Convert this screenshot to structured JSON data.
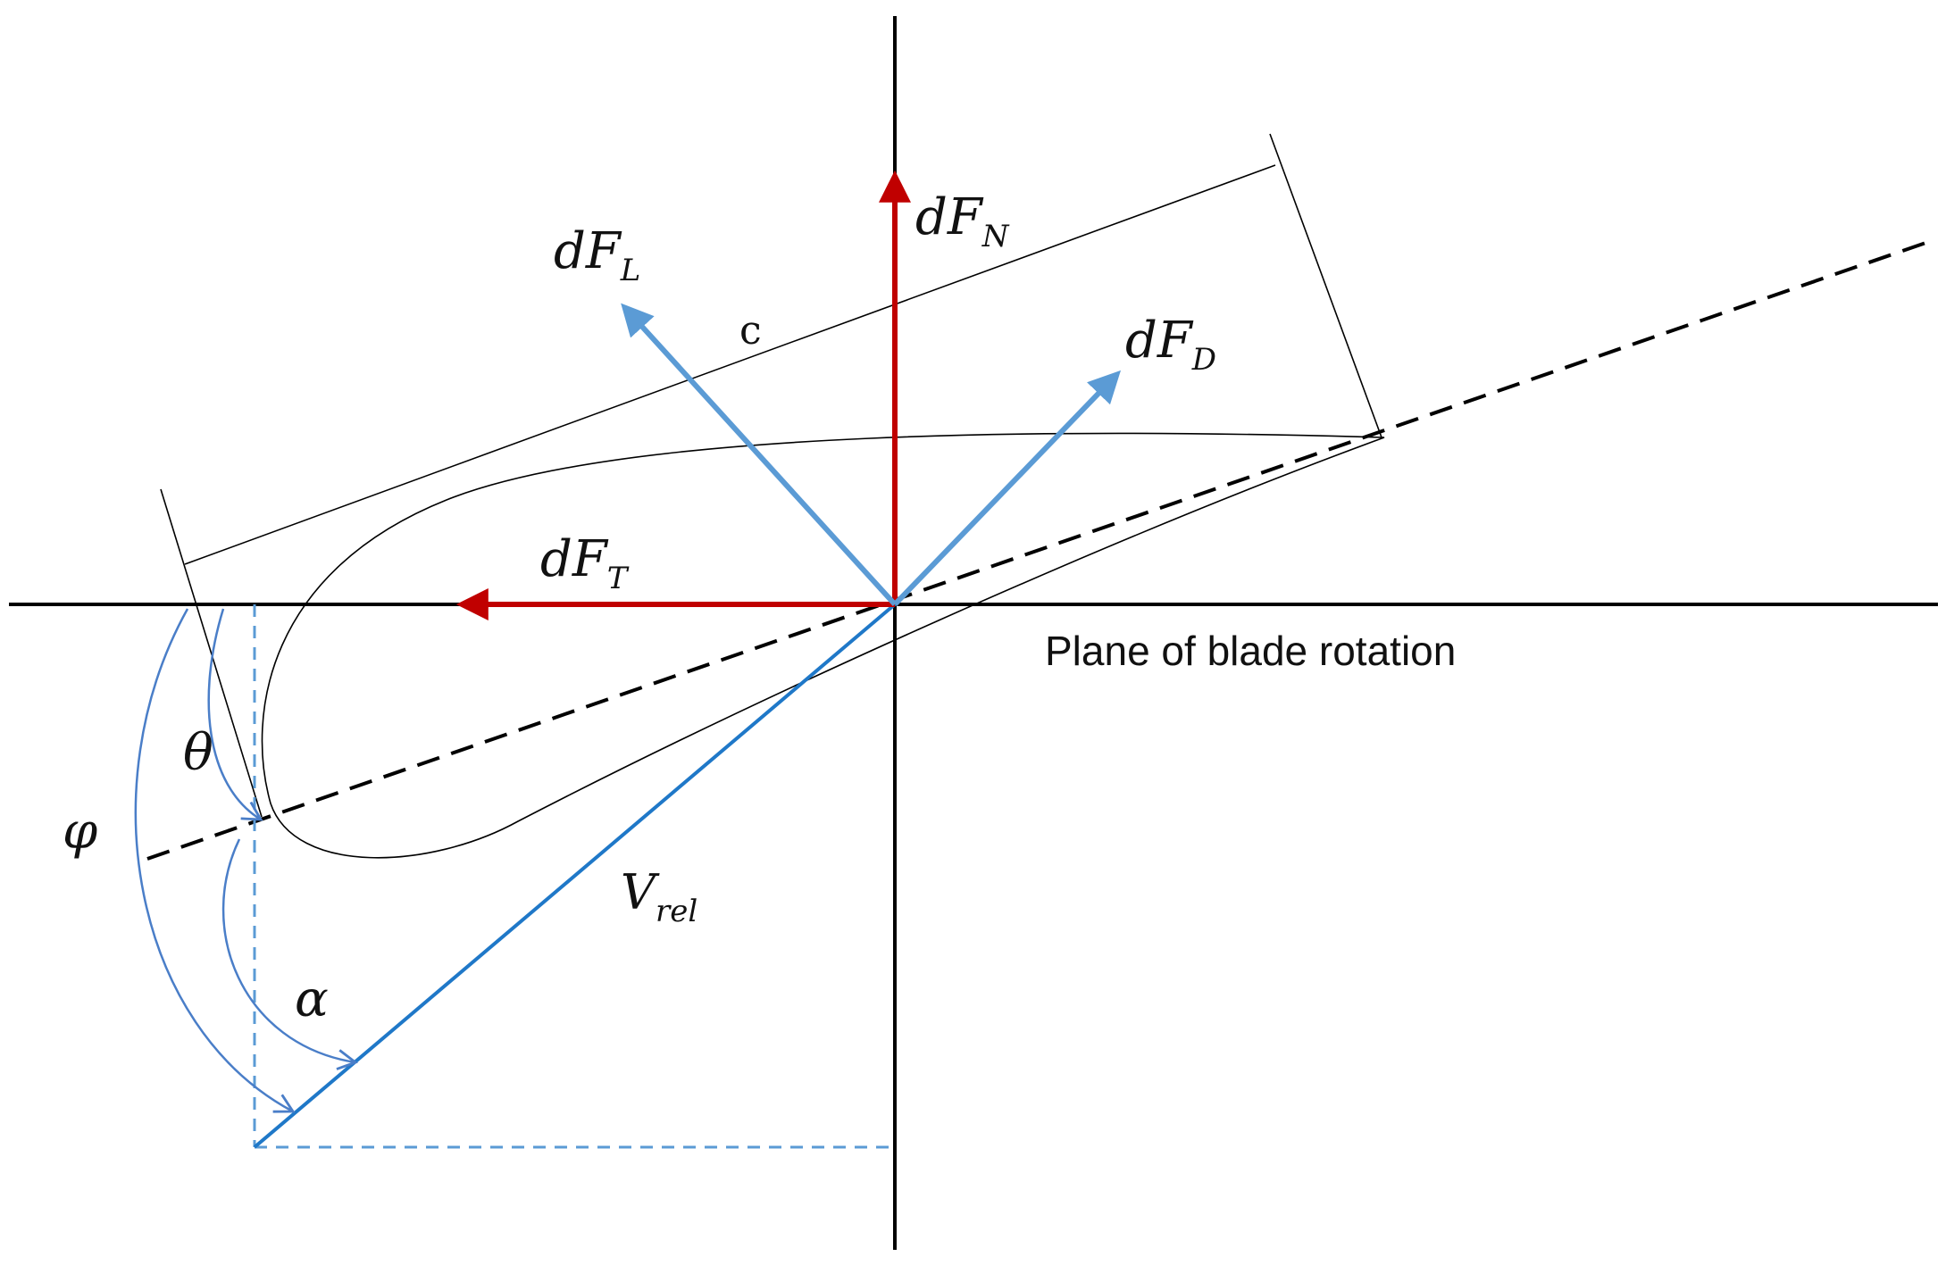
{
  "colors": {
    "axes": "#000000",
    "outline": "#000000",
    "tangential_normal_forces": "#c00000",
    "lift_drag_forces": "#5b9bd5",
    "relative_velocity": "#1f78c8",
    "angle_arcs": "#4a7ec8"
  },
  "labels": {
    "dFN": {
      "main": "dF",
      "sub": "N"
    },
    "dFL": {
      "main": "dF",
      "sub": "L"
    },
    "dFD": {
      "main": "dF",
      "sub": "D"
    },
    "dFT": {
      "main": "dF",
      "sub": "T"
    },
    "chord": "c",
    "vrel": {
      "main": "V",
      "sub": "rel"
    },
    "theta": "θ",
    "phi": "φ",
    "alpha": "α",
    "plane": "Plane of blade rotation"
  }
}
